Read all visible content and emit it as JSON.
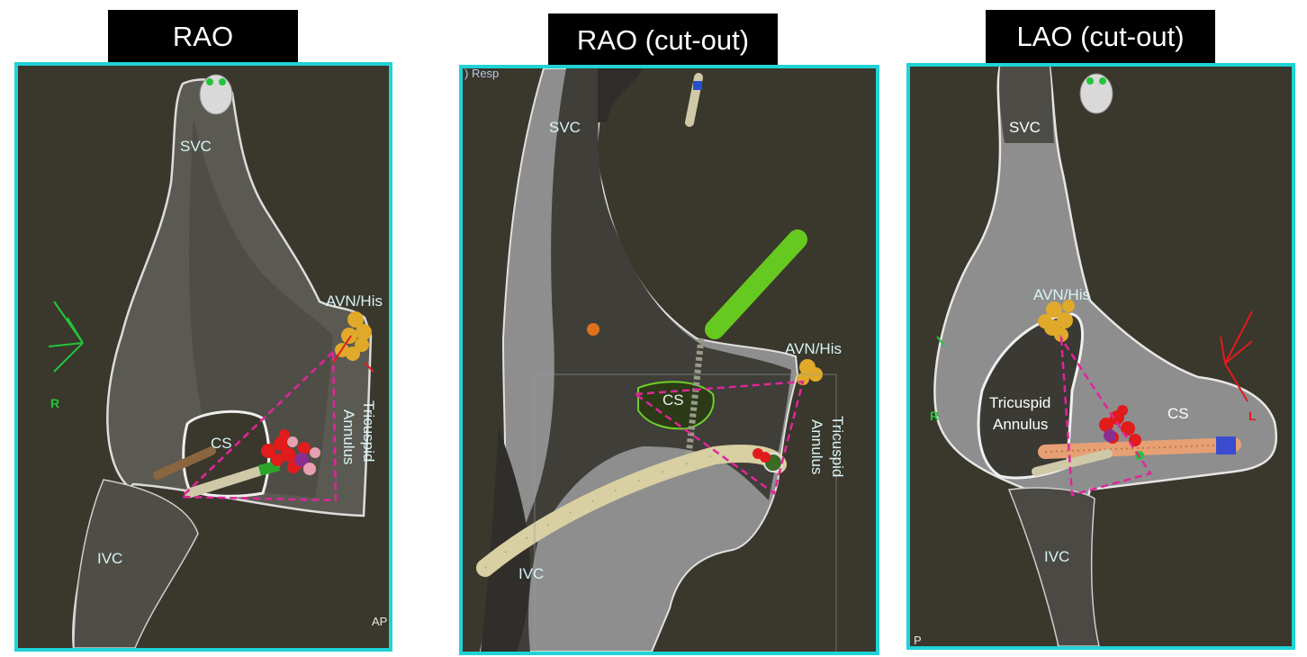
{
  "panels": [
    {
      "title": "RAO",
      "labels": {
        "svc": "SVC",
        "ivc": "IVC",
        "cs": "CS",
        "avn": "AVN/His",
        "tricuspid": "Tricuspid",
        "annulus": "Annulus"
      },
      "axis_label": "R",
      "corner": "AP"
    },
    {
      "title": "RAO (cut-out)",
      "labels": {
        "svc": "SVC",
        "ivc": "IVC",
        "cs": "CS",
        "avn": "AVN/His",
        "tricuspid": "Tricuspid",
        "annulus": "Annulus"
      },
      "corner": ") Resp"
    },
    {
      "title": "LAO (cut-out)",
      "labels": {
        "svc": "SVC",
        "ivc": "IVC",
        "cs": "CS",
        "avn": "AVN/His",
        "tricuspid": "Tricuspid",
        "annulus": "Annulus"
      },
      "axis_label_left": "R",
      "axis_label_right": "L",
      "corner": "P"
    }
  ],
  "colors": {
    "frame": "#1fd3d6",
    "background": "#3a372c",
    "dashed_outline": "#e0259a",
    "label_text": "#d8f4f6"
  }
}
